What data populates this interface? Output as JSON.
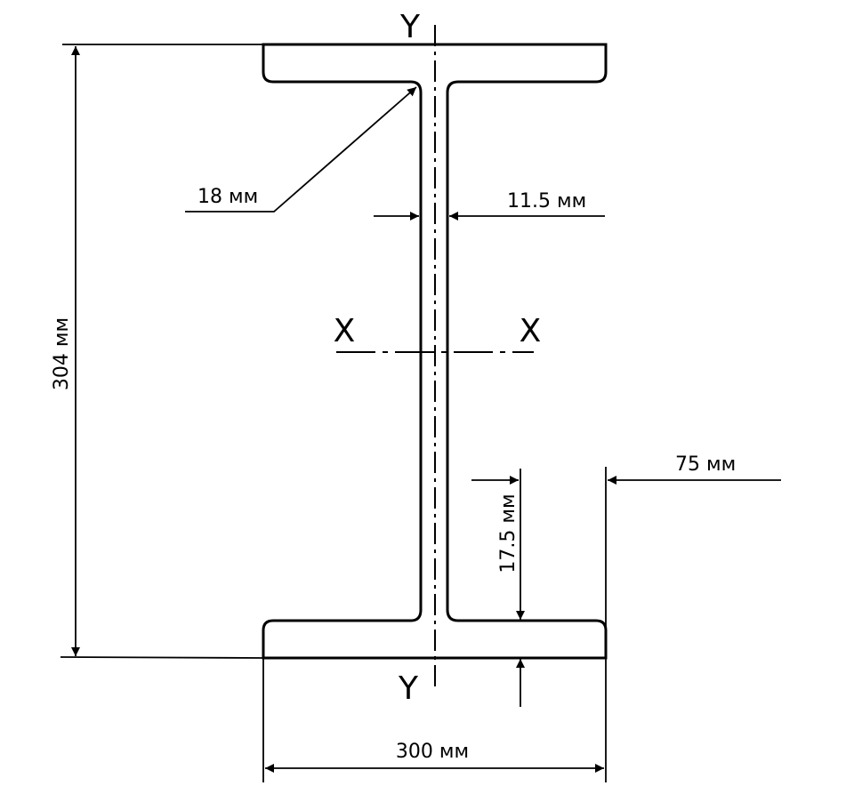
{
  "diagram": {
    "axes": {
      "y_top": "Y",
      "y_bottom": "Y",
      "x_left": "X",
      "x_right": "X"
    },
    "dimensions": {
      "height": "304 мм",
      "width": "300 мм",
      "web_thickness": "11.5 мм",
      "fillet_radius": "18 мм",
      "flange_thickness": "17.5 мм",
      "flange_overhang": "75 мм"
    }
  }
}
